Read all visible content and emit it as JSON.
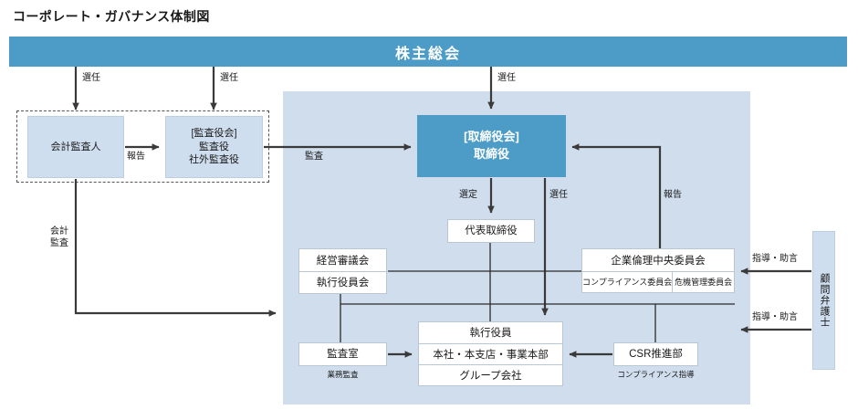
{
  "page": {
    "title": "コーポレート・ガバナンス体制図"
  },
  "shareholders": {
    "label": "株主総会"
  },
  "boxes": {
    "accounting_auditor": "会計監査人",
    "audit_board": "[監査役会]\n監査役\n社外監査役",
    "audit_board_lines": [
      "[監査役会]",
      "監査役",
      "社外監査役"
    ],
    "board_of_directors_lines": [
      "[取締役会]",
      "取締役"
    ],
    "representative_director": "代表取締役",
    "management_council": "経営審議会",
    "executive_officers_council": "執行役員会",
    "ethics_central_committee": "企業倫理中央委員会",
    "compliance_committee": "コンプライアンス委員会",
    "risk_management_committee": "危機管理委員会",
    "executive_officers": "執行役員",
    "head_office": "本社・本支店・事業本部",
    "group_companies": "グループ会社",
    "audit_office": "監査室",
    "csr_department": "CSR推進部",
    "legal_advisor": "顧問弁護士"
  },
  "captions": {
    "audit_office": "業務監査",
    "csr_department": "コンプライアンス指導"
  },
  "edges": {
    "appoint_accounting_auditor": "選任",
    "appoint_audit_board": "選任",
    "appoint_board": "選任",
    "report_to_audit_board": "報告",
    "audit_board_to_board": "監査",
    "accounting_audit_line1": "会計",
    "accounting_audit_line2": "監査",
    "select_rep_director": "選定",
    "appoint_executive_officers": "選任",
    "report_to_board": "報告",
    "guidance_advice_upper": "指導・助言",
    "guidance_advice_lower": "指導・助言"
  },
  "colors": {
    "header_bar": "#4c9cc7",
    "board_box": "#4c9cc7",
    "panel": "#cfdded",
    "light_box": "#cfdeee",
    "line": "#3a3a3a",
    "thin_line": "#2b2b2b"
  }
}
